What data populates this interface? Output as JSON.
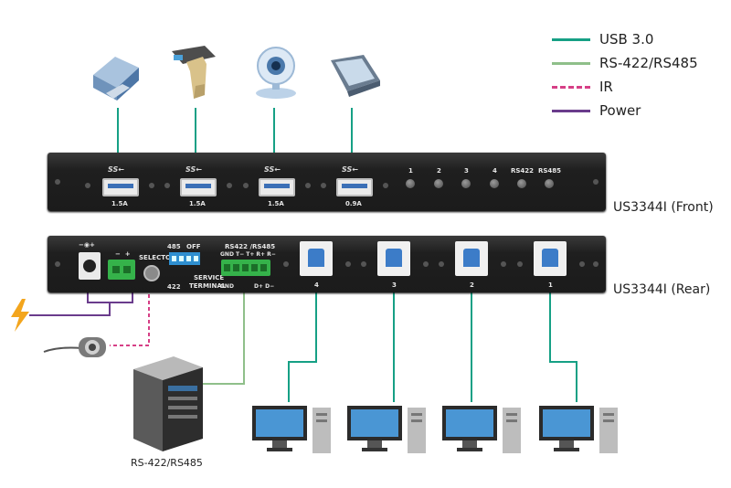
{
  "legend": [
    {
      "label": "USB 3.0",
      "color": "#16a085"
    },
    {
      "label": "RS-422/RS485",
      "color": "#8fbf8a"
    },
    {
      "label": "IR",
      "color": "#d63f86"
    },
    {
      "label": "Power",
      "color": "#6a3c8c"
    }
  ],
  "front_panel": {
    "label": "US3344I (Front)",
    "ports": [
      {
        "logo": "SS←",
        "rating": "1.5A"
      },
      {
        "logo": "SS←",
        "rating": "1.5A"
      },
      {
        "logo": "SS←",
        "rating": "1.5A"
      },
      {
        "logo": "SS←",
        "rating": "0.9A"
      }
    ],
    "leds": [
      "1",
      "2",
      "3",
      "4",
      "RS422",
      "RS485"
    ]
  },
  "rear_panel": {
    "label": "US3344I (Rear)",
    "selector_label": "SELECTOR",
    "dip_top": "485",
    "dip_off": "OFF",
    "dip_bottom": "422",
    "dip_service": "SERVICE",
    "dip_terminal": "TERMINAL",
    "rs_title": "RS422 /RS485",
    "rs_pins_top": "GND T− T+ R+ R−",
    "rs_gnd": "GND",
    "rs_pins_bottom": "D+  D−",
    "power_symbol": "−◉+",
    "ports": [
      "4",
      "3",
      "2",
      "1"
    ]
  },
  "devices": {
    "server_label": "RS-422/RS485"
  },
  "icons": [
    "hard-drive-icon",
    "barcode-scanner-icon",
    "webcam-icon",
    "touchscreen-icon",
    "lightning-icon",
    "ir-receiver-icon",
    "server-icon",
    "computer-icon"
  ]
}
